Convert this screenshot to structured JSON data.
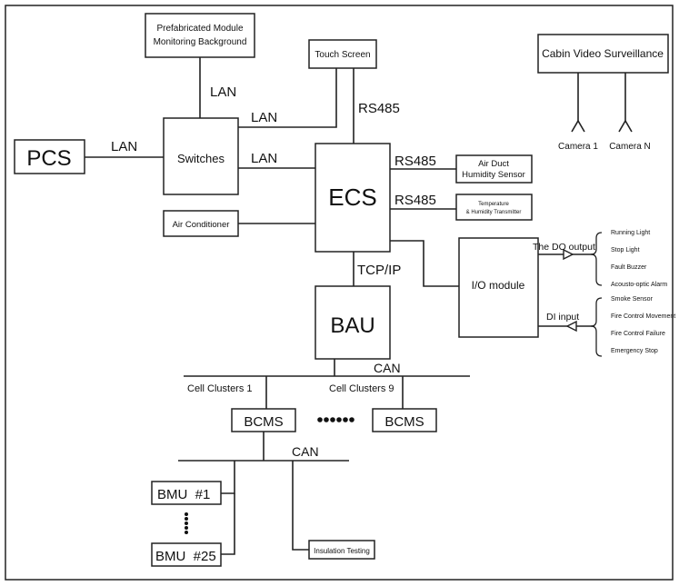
{
  "boxes": {
    "prefab": [
      "Prefabricated Module",
      "Monitoring Background"
    ],
    "touch_screen": "Touch Screen",
    "cabin_video": "Cabin Video Surveillance",
    "pcs": "PCS",
    "switches": "Switches",
    "ecs": "ECS",
    "air_duct": [
      "Air Duct",
      "Humidity Sensor"
    ],
    "temp_hum": [
      "Temperature",
      "& Humidity Transmitter"
    ],
    "air_conditioner": "Air Conditioner",
    "io_module": "I/O module",
    "bau": "BAU",
    "bcms_1": "BCMS",
    "bcms_9": "BCMS",
    "bmu_1": "BMU  #1",
    "bmu_25": "BMU  #25",
    "insulation": "Insulation Testing"
  },
  "labels": {
    "lan_prefab": "LAN",
    "lan_touch": "LAN",
    "lan_ecs": "LAN",
    "lan_pcs": "LAN",
    "rs485_touch": "RS485",
    "rs485_air_duct": "RS485",
    "rs485_temp": "RS485",
    "tcp_ip": "TCP/IP",
    "can_top": "CAN",
    "can_bottom": "CAN",
    "cell_clusters_1": "Cell Clusters 1",
    "cell_clusters_9": "Cell Clusters 9",
    "camera_1": "Camera 1",
    "camera_n": "Camera N",
    "do_output": "The DO output",
    "di_input": "DI input"
  },
  "do_items": [
    "Running Light",
    "Stop Light",
    "Fault Buzzer",
    "Acousto-optic Alarm"
  ],
  "di_items": [
    "Smoke Sensor",
    "Fire Control Movement",
    "Fire Control Failure",
    "Emergency Stop"
  ]
}
